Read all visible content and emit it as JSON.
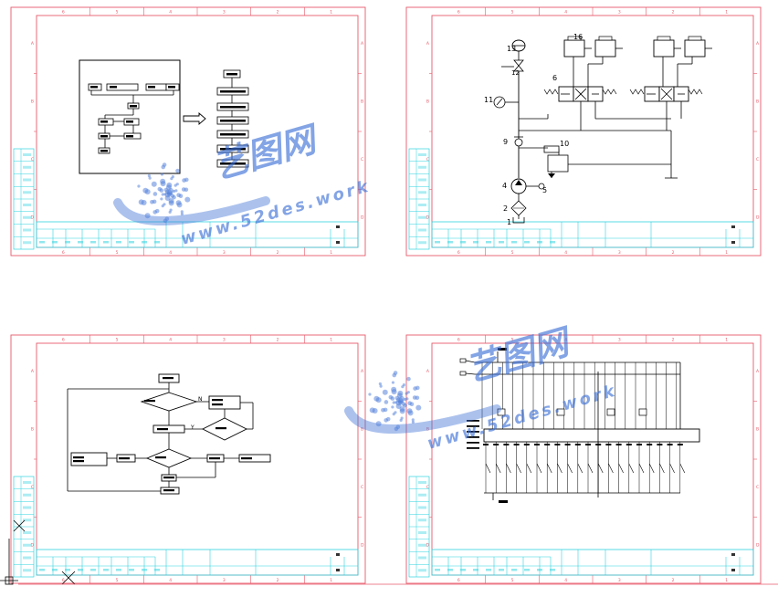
{
  "colors": {
    "frame": "#e85a6a",
    "titleblock": "#2fd3e0",
    "ink": "#000000",
    "watermark": "#3b6fd6"
  },
  "watermark": {
    "cn": "艺图网",
    "url": "www.52des.work"
  },
  "zones": {
    "cols": [
      "6",
      "5",
      "4",
      "3",
      "2",
      "1"
    ],
    "rows": [
      "A",
      "B",
      "C",
      "D"
    ]
  },
  "sheets": [
    {
      "name": "flowchart-block"
    },
    {
      "name": "hydraulic-schematic",
      "labels": [
        "13",
        "12",
        "16",
        "6",
        "11",
        "9",
        "10",
        "4",
        "5",
        "2",
        "1"
      ]
    },
    {
      "name": "logic-flowchart",
      "yes": "Y",
      "no": "N"
    },
    {
      "name": "plc-wiring"
    }
  ]
}
